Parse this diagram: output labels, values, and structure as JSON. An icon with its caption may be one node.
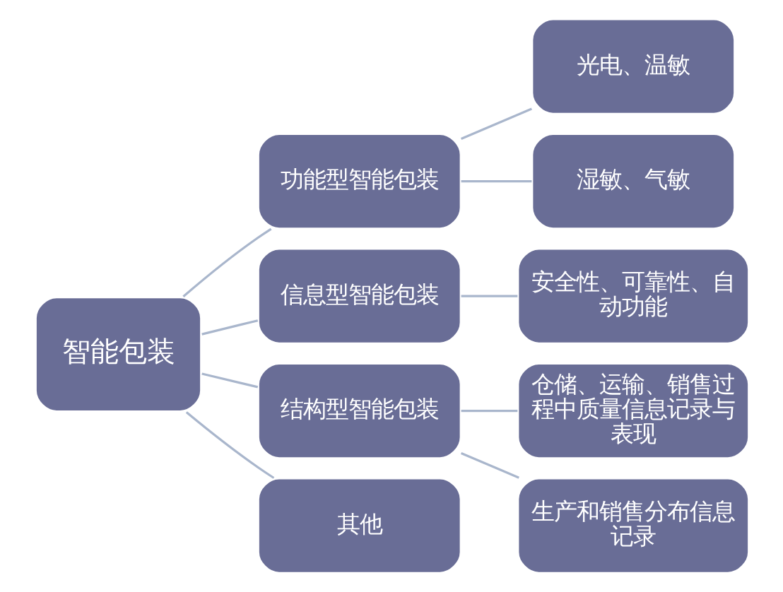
{
  "diagram": {
    "nodes": [
      {
        "text": [
          "智能包装"
        ]
      },
      {
        "text": [
          "功能型智能包装"
        ]
      },
      {
        "text": [
          "信息型智能包装"
        ]
      },
      {
        "text": [
          "结构型智能包装"
        ]
      },
      {
        "text": [
          "其他"
        ]
      },
      {
        "text": [
          "光电、温敏"
        ]
      },
      {
        "text": [
          "湿敏、气敏"
        ]
      },
      {
        "text": [
          "安全性、可靠性、自动功能"
        ]
      },
      {
        "text": [
          "仓储、运输、销售过程中质量信息记录与表现"
        ]
      },
      {
        "text": [
          "生产和销售分布信息记录"
        ]
      }
    ],
    "edges": [
      {
        "from": 0,
        "to": 1,
        "arrow": "none"
      },
      {
        "from": 0,
        "to": 2,
        "arrow": "none"
      },
      {
        "from": 0,
        "to": 3,
        "arrow": "none"
      },
      {
        "from": 0,
        "to": 4,
        "arrow": "none"
      },
      {
        "from": 1,
        "to": 5,
        "arrow": "none"
      },
      {
        "from": 1,
        "to": 6,
        "arrow": "none"
      },
      {
        "from": 2,
        "to": 7,
        "arrow": "none"
      },
      {
        "from": 3,
        "to": 8,
        "arrow": "none"
      },
      {
        "from": 3,
        "to": 9,
        "arrow": "none"
      }
    ]
  }
}
